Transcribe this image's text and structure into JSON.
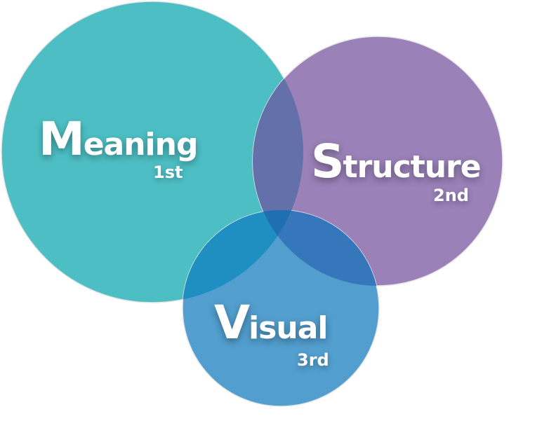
{
  "colors": {
    "meaning": "#4dbfc4",
    "structure": "#9a82b8",
    "visual": "#529ecf",
    "meaning_structure": "#6470aa",
    "meaning_visual": "#1e8fc0",
    "structure_visual": "#3677bb",
    "all": "#1f70b2"
  },
  "circles": [
    {
      "initial": "M",
      "rest": "eaning",
      "rank": "1st"
    },
    {
      "initial": "S",
      "rest": "tructure",
      "rank": "2nd"
    },
    {
      "initial": "V",
      "rest": "isual",
      "rank": "3rd"
    }
  ]
}
